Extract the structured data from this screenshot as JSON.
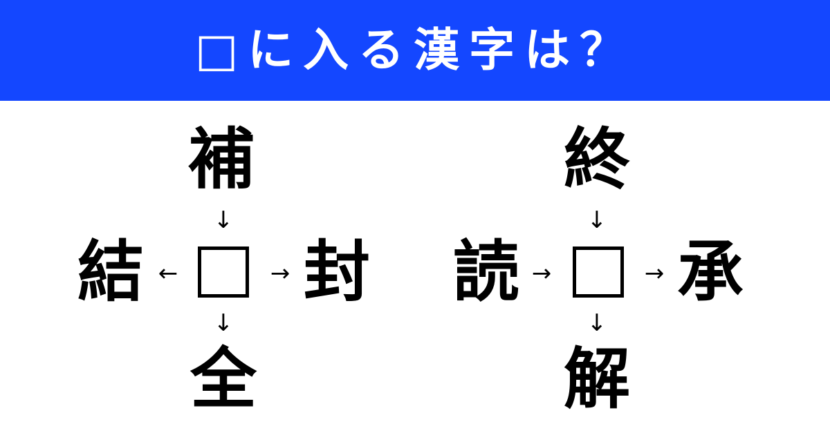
{
  "banner": {
    "title": "□に入る漢字は？",
    "background_color": "#1447ff"
  },
  "puzzles": [
    {
      "top": "補",
      "left": "結",
      "right": "封",
      "bottom": "全",
      "arrows": {
        "top": "↓",
        "left": "←",
        "right": "→",
        "bottom": "↓"
      }
    },
    {
      "top": "終",
      "left": "読",
      "right": "承",
      "bottom": "解",
      "arrows": {
        "top": "↓",
        "left": "→",
        "right": "→",
        "bottom": "↓"
      }
    }
  ]
}
